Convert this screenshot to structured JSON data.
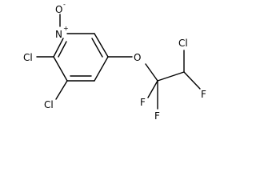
{
  "molecule": {
    "atoms": {
      "oxide_o": "O",
      "oxide_charge": "-",
      "ring_n": "N",
      "ring_n_charge": "+",
      "cl_c6": "Cl",
      "cl_c5": "Cl",
      "ether_o": "O",
      "cl_chain": "Cl",
      "f_chain": "F",
      "f_left": "F",
      "f_bottom": "F"
    },
    "colors": {
      "bond": "#000000",
      "label": "#000000",
      "background": "#ffffff"
    }
  }
}
